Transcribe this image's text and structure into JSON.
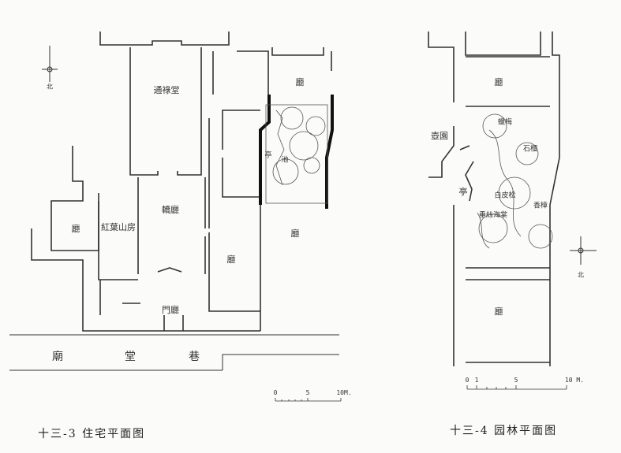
{
  "residence_plan": {
    "caption": "十三-3  住宅平面图",
    "north_label": "北",
    "rooms": {
      "main_hall": "通祿堂",
      "sedan_hall": "轎廳",
      "red_leaf_studio": "紅葉山房",
      "west_hall": "廳",
      "gate_hall": "門廳",
      "east_hall": "廳",
      "garden_hall_north": "廳",
      "garden_hall_south": "廳",
      "pavilion": "亭",
      "pond": "池"
    },
    "lane": [
      "廟",
      "堂",
      "巷"
    ],
    "scale": {
      "ticks": [
        "0",
        "5",
        "10M."
      ]
    }
  },
  "garden_plan": {
    "caption": "十三-4  园林平面图",
    "north_label": "北",
    "rooms": {
      "north_hall": "廳",
      "south_hall": "廳",
      "pot_garden": "壺園",
      "pavilion": "亭"
    },
    "plants": [
      "蠟梅",
      "石榴",
      "白皮松",
      "香樟",
      "垂絲海棠"
    ],
    "scale": {
      "ticks": [
        "0",
        "1",
        "5",
        "10 M."
      ]
    }
  }
}
